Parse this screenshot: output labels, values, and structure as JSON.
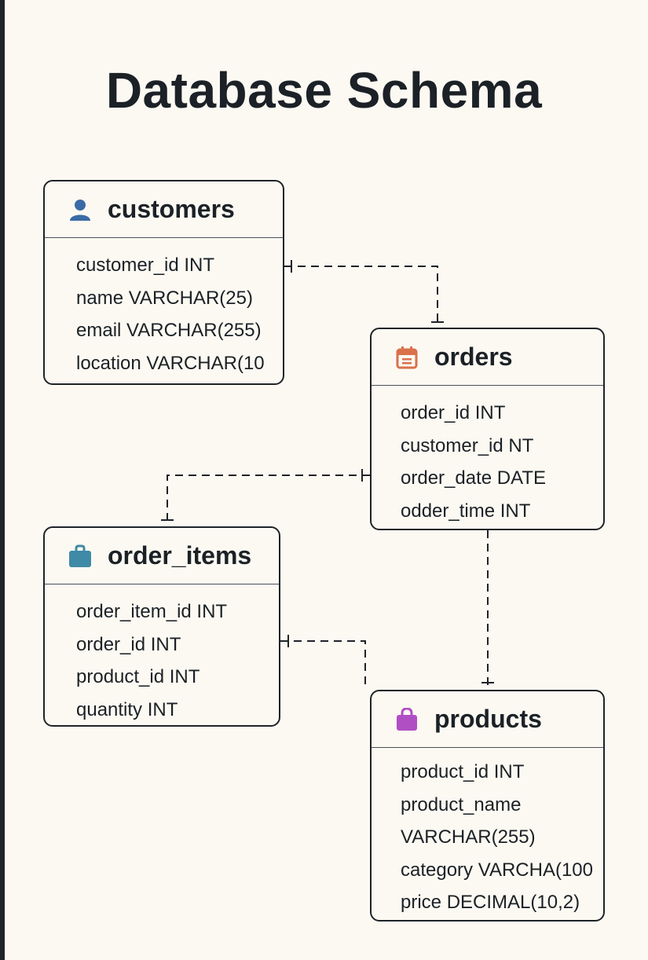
{
  "title": "Database Schema",
  "tables": {
    "customers": {
      "name": "customers",
      "icon": "user-icon",
      "icon_color": "#3b6aa6",
      "fields": [
        "customer_id INT",
        "name VARCHAR(25)",
        "email VARCHAR(255)",
        "location VARCHAR(10"
      ]
    },
    "orders": {
      "name": "orders",
      "icon": "calendar-icon",
      "icon_color": "#d9714a",
      "fields": [
        "order_id INT",
        "customer_id NT",
        "order_date DATE",
        "odder_time INT"
      ]
    },
    "order_items": {
      "name": "order_items",
      "icon": "briefcase-icon",
      "icon_color": "#3f8aa6",
      "fields": [
        "order_item_id INT",
        "order_id INT",
        "product_id INT",
        "quantity INT"
      ]
    },
    "products": {
      "name": "products",
      "icon": "shopping-bag-icon",
      "icon_color": "#b04fc4",
      "fields": [
        "product_id INT",
        "product_name",
        "VARCHAR(255)",
        "category VARCHA(100",
        "price DECIMAL(10,2)"
      ]
    }
  },
  "relationships": [
    {
      "from": "customers",
      "to": "orders"
    },
    {
      "from": "orders",
      "to": "order_items"
    },
    {
      "from": "order_items",
      "to": "products"
    },
    {
      "from": "orders",
      "to": "products"
    }
  ]
}
